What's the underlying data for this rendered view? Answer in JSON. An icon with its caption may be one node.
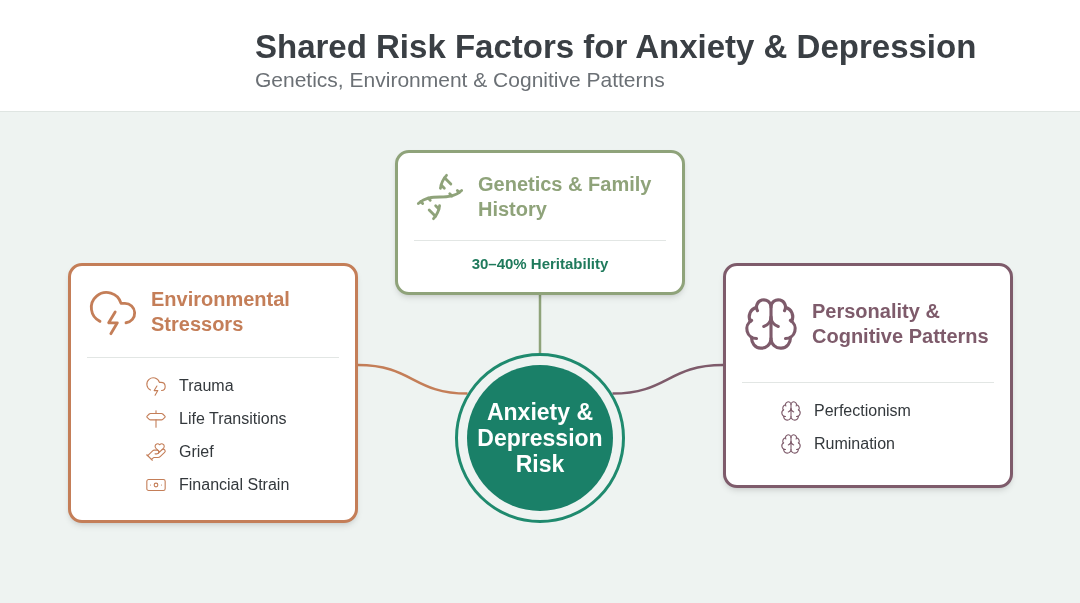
{
  "diagram": {
    "title": "Shared Risk Factors for Anxiety & Depression",
    "nodes": [
      {
        "text": [
          "Genetics & Family History",
          "30–40% Heritability"
        ]
      },
      {
        "text": [
          "Environmental Stressors",
          "Trauma",
          "Life Transitions",
          "Grief",
          "Financial Strain"
        ]
      },
      {
        "text": [
          "Anxiety & Depression Risk"
        ]
      },
      {
        "text": [
          "Personality & Cognitive Patterns",
          "Perfectionism",
          "Rumination"
        ]
      }
    ],
    "edges": [
      {
        "from": 0,
        "to": 2,
        "arrow": "none",
        "color": "#8fa37a"
      },
      {
        "from": 1,
        "to": 2,
        "arrow": "none",
        "color": "#c47e58"
      },
      {
        "from": 3,
        "to": 2,
        "arrow": "none",
        "color": "#7e5b6b"
      }
    ],
    "labels": [
      "Genetics, Environment & Cognitive Patterns"
    ]
  }
}
